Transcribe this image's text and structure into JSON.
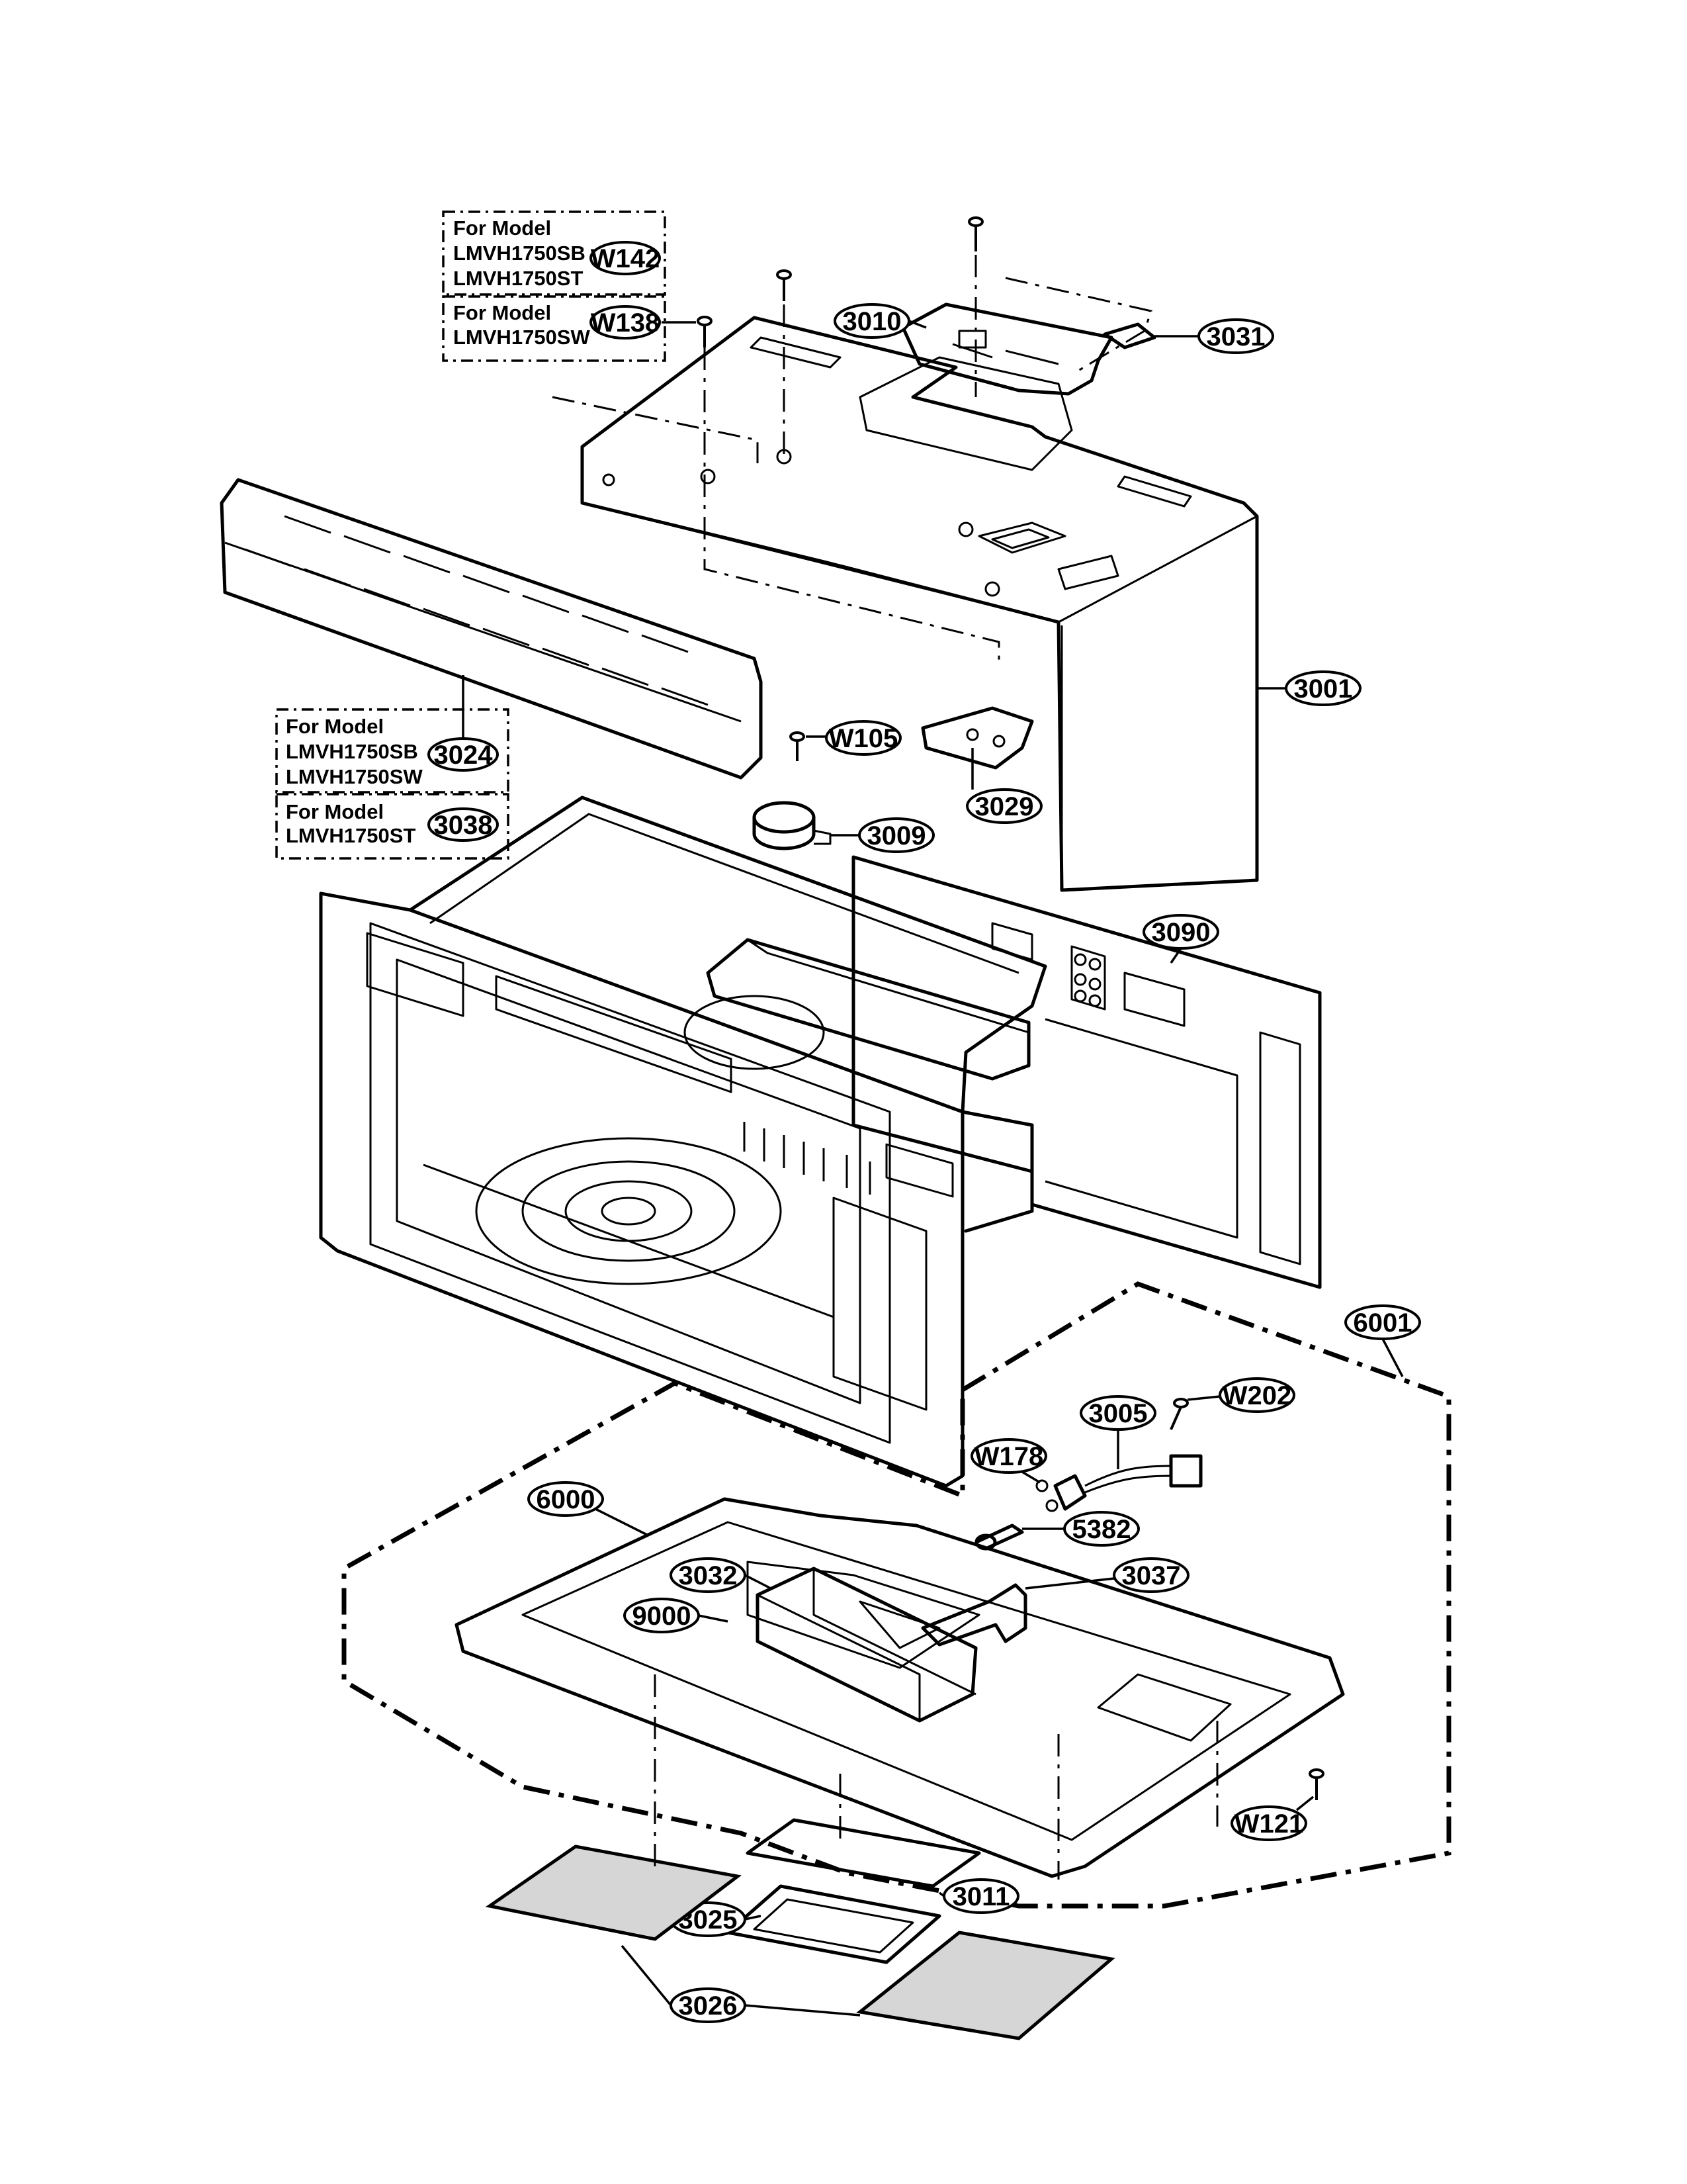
{
  "callouts": {
    "c3001": "3001",
    "c3005": "3005",
    "c3009": "3009",
    "c3010": "3010",
    "c3011": "3011",
    "c3025": "3025",
    "c3026": "3026",
    "c3029": "3029",
    "c3031": "3031",
    "c3032": "3032",
    "c3037": "3037",
    "c3090": "3090",
    "c5382": "5382",
    "c6000": "6000",
    "c6001": "6001",
    "c9000": "9000",
    "cW105": "W105",
    "cW121": "W121",
    "cW178": "W178",
    "cW202": "W202"
  },
  "model_boxes": {
    "top_box": {
      "group1": {
        "label": "For Model",
        "model_a": "LMVH1750SB",
        "model_b": "LMVH1750ST",
        "part": "W142"
      },
      "group2": {
        "label": "For Model",
        "model_a": "LMVH1750SW",
        "part": "W138"
      }
    },
    "left_box": {
      "group1": {
        "label": "For Model",
        "model_a": "LMVH1750SB",
        "model_b": "LMVH1750SW",
        "part": "3024"
      },
      "group2": {
        "label": "For Model",
        "model_a": "LMVH1750ST",
        "part": "3038"
      }
    }
  }
}
